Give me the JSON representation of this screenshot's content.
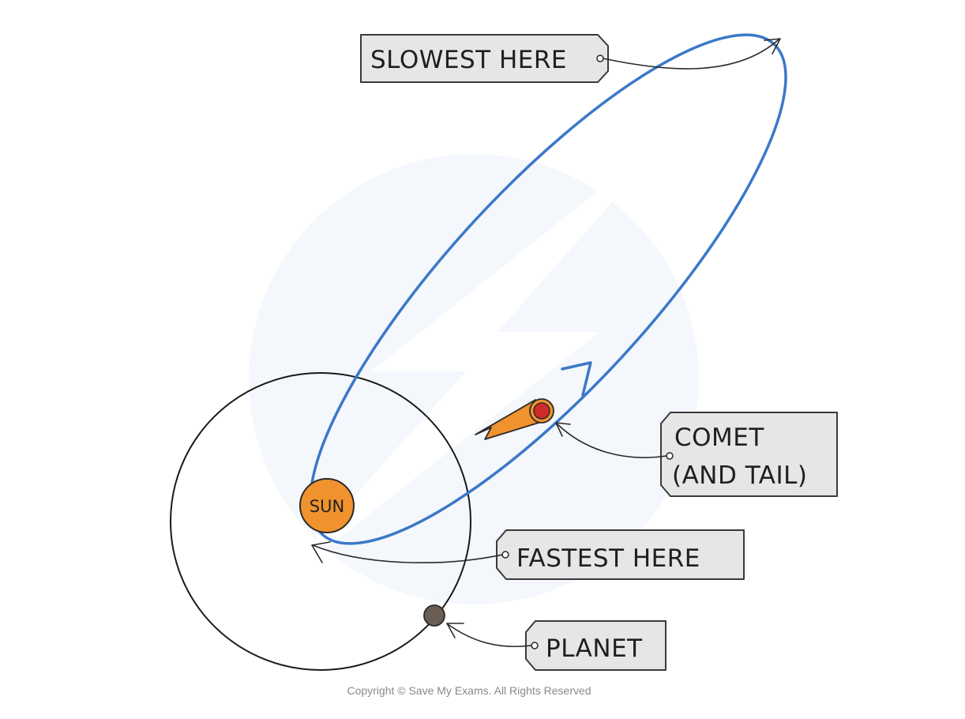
{
  "labels": {
    "slowest": "SLOWEST  HERE",
    "comet_line1": "COMET",
    "comet_line2": "(AND  TAIL)",
    "fastest": "FASTEST  HERE",
    "planet": "PLANET",
    "sun": "SUN"
  },
  "copyright": "Copyright © Save My Exams. All Rights Reserved",
  "colors": {
    "orbit_comet": "#3b78c9",
    "orbit_planet": "#1a1a1a",
    "sun": "#f0922e",
    "comet_head": "#d12a2a",
    "comet_tail": "#f0922e",
    "planet": "#6b5d52",
    "tag_fill": "#e6e6e6"
  }
}
